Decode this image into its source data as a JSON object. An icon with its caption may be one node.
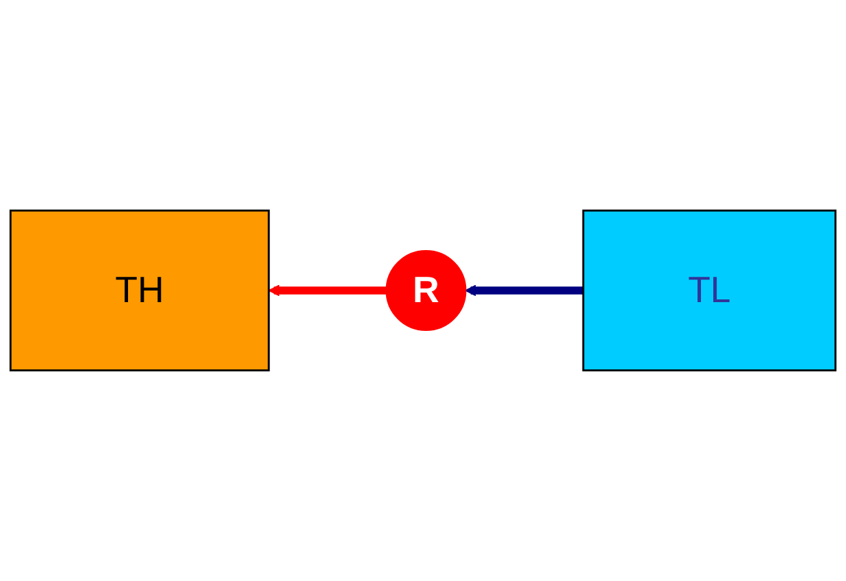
{
  "diagram": {
    "nodes": [
      {
        "text": [
          "TH"
        ]
      },
      {
        "text": [
          "R"
        ]
      },
      {
        "text": [
          "TL"
        ]
      }
    ],
    "edges": [
      {
        "from": 1,
        "to": 0,
        "arrow": "to",
        "color": "#ff0000"
      },
      {
        "from": 2,
        "to": 1,
        "arrow": "to",
        "color": "#000080"
      }
    ]
  }
}
